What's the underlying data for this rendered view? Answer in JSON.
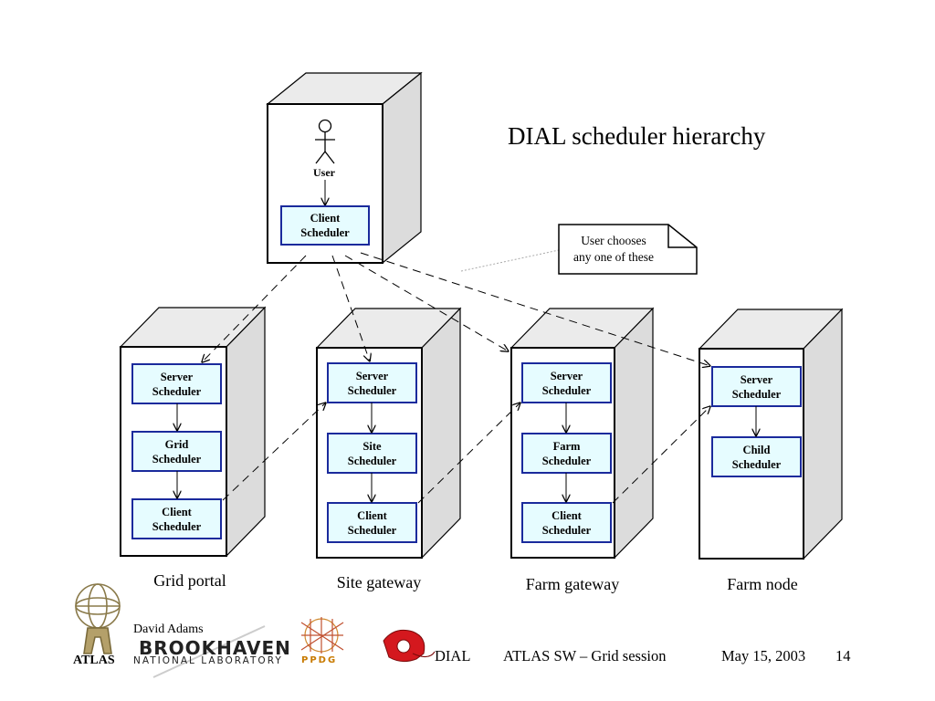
{
  "title": "DIAL scheduler hierarchy",
  "top_node": {
    "user_label": "User",
    "box": [
      "Client",
      "Scheduler"
    ]
  },
  "note": [
    "User  chooses",
    "any one of these"
  ],
  "nodes": [
    {
      "label": "Grid portal",
      "boxes": [
        [
          "Server",
          "Scheduler"
        ],
        [
          "Grid",
          "Scheduler"
        ],
        [
          "Client",
          "Scheduler"
        ]
      ]
    },
    {
      "label": "Site gateway",
      "boxes": [
        [
          "Server",
          "Scheduler"
        ],
        [
          "Site",
          "Scheduler"
        ],
        [
          "Client",
          "Scheduler"
        ]
      ]
    },
    {
      "label": "Farm gateway",
      "boxes": [
        [
          "Server",
          "Scheduler"
        ],
        [
          "Farm",
          "Scheduler"
        ],
        [
          "Client",
          "Scheduler"
        ]
      ]
    },
    {
      "label": "Farm node",
      "boxes": [
        [
          "Server",
          "Scheduler"
        ],
        [
          "Child",
          "Scheduler"
        ]
      ]
    }
  ],
  "footer": {
    "author": "David Adams",
    "org_logo_name": "BROOKHAVEN",
    "org_logo_sub": "NATIONAL LABORATORY",
    "ppdg": "PPDG",
    "atlas": "ATLAS",
    "dial": "DIAL",
    "session": "ATLAS SW – Grid session",
    "date": "May 15, 2003",
    "page": "14"
  },
  "colors": {
    "box_fill": "#e6fcff",
    "box_border": "#1a2a9c",
    "cube_side": "#dcdcdc",
    "cube_top": "#ebebeb"
  },
  "icons": [
    "stick-figure-icon",
    "atlas-statue-icon",
    "telephone-icon",
    "ppdg-icon"
  ]
}
